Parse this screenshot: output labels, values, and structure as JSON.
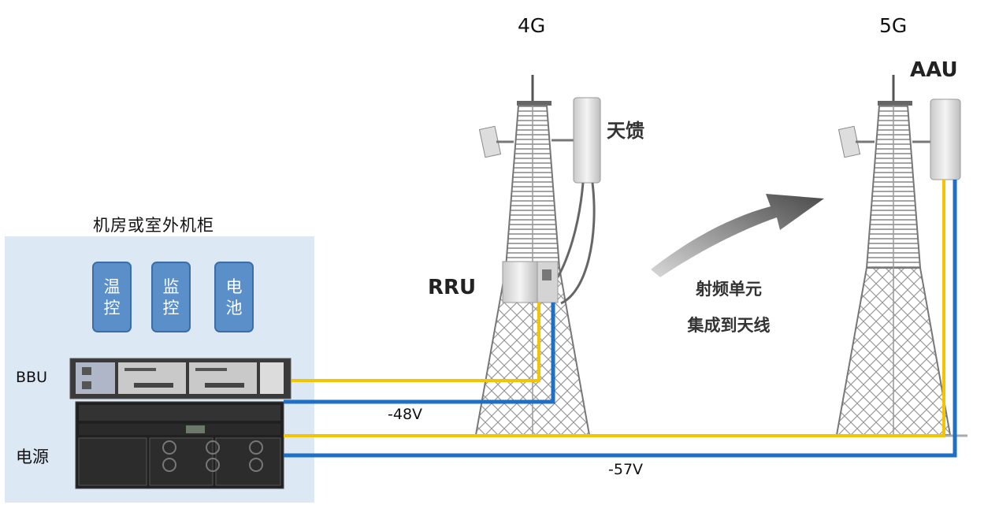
{
  "towers": {
    "left": {
      "title": "4G",
      "antenna_label": "天馈",
      "unit_label": "RRU"
    },
    "right": {
      "title": "5G",
      "unit_label": "AAU"
    }
  },
  "middle_text": {
    "line1": "射频单元",
    "line2": "集成到天线"
  },
  "cabinet": {
    "title": "机房或室外机柜",
    "boxes": [
      {
        "label": "温控"
      },
      {
        "label": "监控"
      },
      {
        "label": "电池"
      }
    ],
    "bbu_label": "BBU",
    "power_label": "电源"
  },
  "voltages": {
    "v48": "-48V",
    "v57": "-57V"
  },
  "colors": {
    "fiber": "#f5c400",
    "power_cable": "#1f6fc4",
    "cabinet_bg": "#dde8f5",
    "box_fill": "#5b8fc9"
  }
}
